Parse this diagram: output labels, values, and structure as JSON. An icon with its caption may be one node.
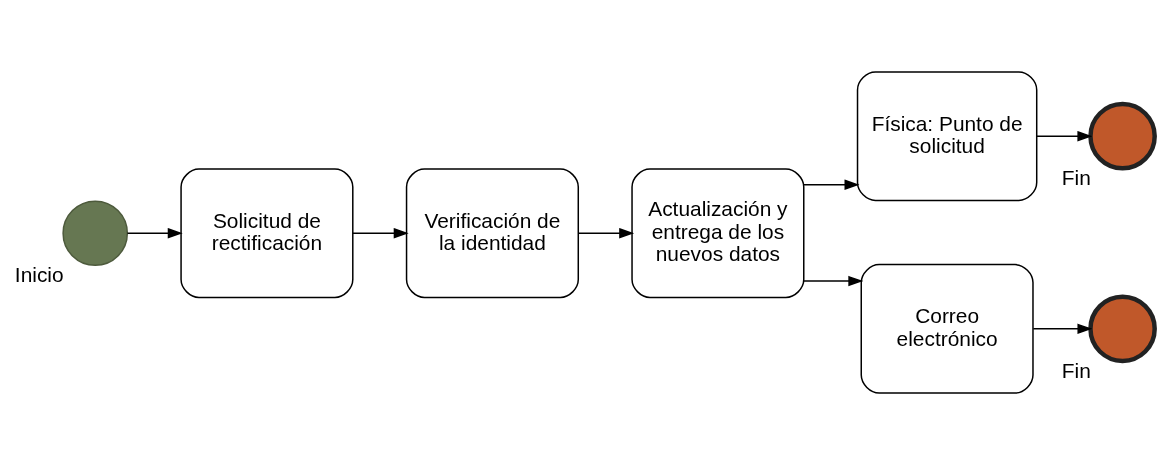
{
  "diagram": {
    "nodes": [
      {
        "text": [],
        "shape": "circle",
        "beside": [
          "Inicio"
        ]
      },
      {
        "text": [
          "Solicitud de rectificación"
        ]
      },
      {
        "text": [
          "Verificación de la identidad"
        ]
      },
      {
        "text": [
          "Actualización y entrega de los nuevos datos"
        ]
      },
      {
        "text": [
          "Física: Punto de solicitud"
        ]
      },
      {
        "text": [],
        "shape": "circle",
        "beside": [
          "Fin"
        ]
      },
      {
        "text": [
          "Correo electrónico"
        ]
      },
      {
        "text": [],
        "shape": "circle",
        "beside": [
          "Fin"
        ]
      }
    ],
    "edges": [
      {
        "from": 0,
        "to": 1,
        "arrow": "to"
      },
      {
        "from": 1,
        "to": 2,
        "arrow": "to"
      },
      {
        "from": 2,
        "to": 3,
        "arrow": "to"
      },
      {
        "from": 3,
        "to": 4,
        "arrow": "to"
      },
      {
        "from": 4,
        "to": 5,
        "arrow": "to"
      },
      {
        "from": 3,
        "to": 6,
        "arrow": "to"
      },
      {
        "from": 6,
        "to": 7,
        "arrow": "to"
      }
    ]
  }
}
